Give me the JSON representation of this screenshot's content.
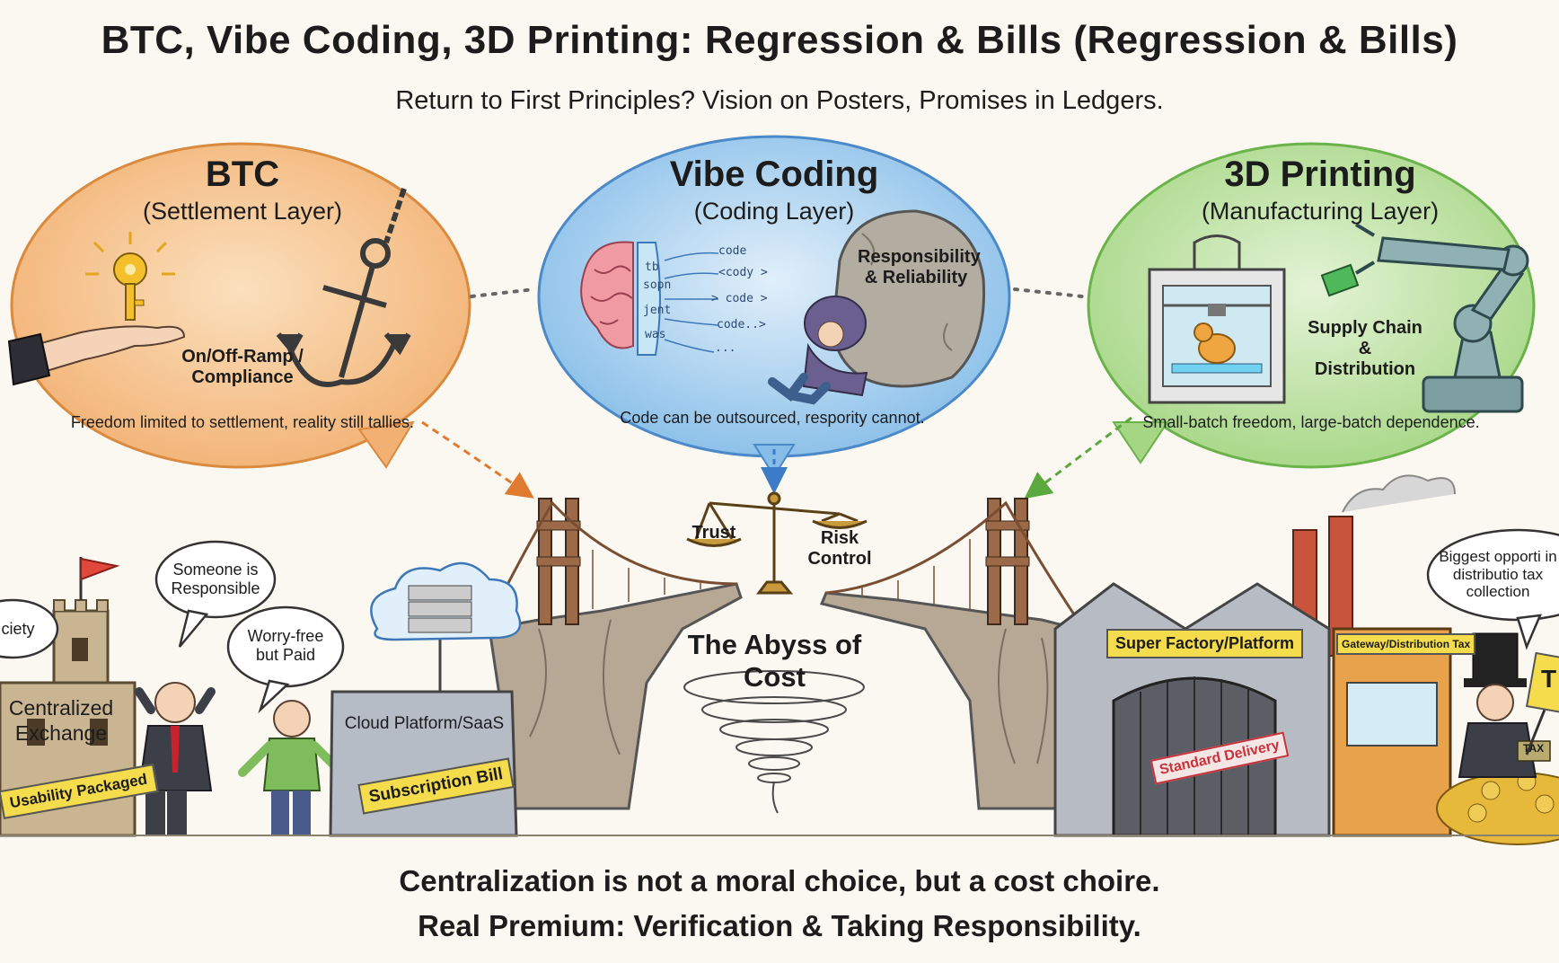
{
  "header": {
    "title": "BTC, Vibe Coding, 3D Printing: Regression & Bills (Regression & Bills)",
    "subtitle": "Return to First Principles? Vision on Posters, Promises in Ledgers."
  },
  "btc": {
    "title": "BTC",
    "subtitle": "(Settlement Layer)",
    "ramp_label": "On/Off-Ramp / Compliance",
    "caption": "Freedom limited to settlement, reality still tallies."
  },
  "vibe": {
    "title": "Vibe Coding",
    "subtitle": "(Coding Layer)",
    "code_words": [
      "tb",
      "sopn",
      "jent",
      "was",
      "code",
      "<cody >",
      "> code >",
      "code..>",
      "..."
    ],
    "rock_label": "Responsibility & Reliability",
    "caption": "Code can be outsourced, respority cannot."
  },
  "print3d": {
    "title": "3D Printing",
    "subtitle": "(Manufacturing Layer)",
    "supply_label": "Supply Chain & Distribution",
    "caption": "Small-batch freedom, large-batch dependence."
  },
  "center": {
    "trust": "Trust",
    "risk": "Risk Control",
    "abyss": "The Abyss of Cost"
  },
  "left_scene": {
    "society_bubble": "ciety",
    "exchange_label": "Centralized Exchange",
    "exchange_sign": "Usability Packaged",
    "responsible_bubble": "Someone is Responsible",
    "worry_bubble": "Worry-free but Paid",
    "cloud_label": "Cloud Platform/SaaS",
    "cloud_sign": "Subscription Bill"
  },
  "right_scene": {
    "factory_sign": "Super Factory/Platform",
    "delivery_stamp": "Standard Delivery",
    "gateway_sign": "Gateway/Distribution Tax",
    "opportunity_bubble": "Biggest opporti in distributio tax collection",
    "tax_badge": "TAX",
    "t_sign": "T"
  },
  "footer": {
    "line1": "Centralization is not a moral choice, but a cost choire.",
    "line2": "Real Premium: Verification & Taking Responsibility."
  },
  "colors": {
    "btc_bubble": "#f6c893",
    "vibe_bubble": "#aad0ef",
    "print_bubble": "#bfe2a6",
    "bridge": "#9c6a48",
    "rock": "#b3aca0",
    "sign_yellow": "#f4dc4c"
  }
}
